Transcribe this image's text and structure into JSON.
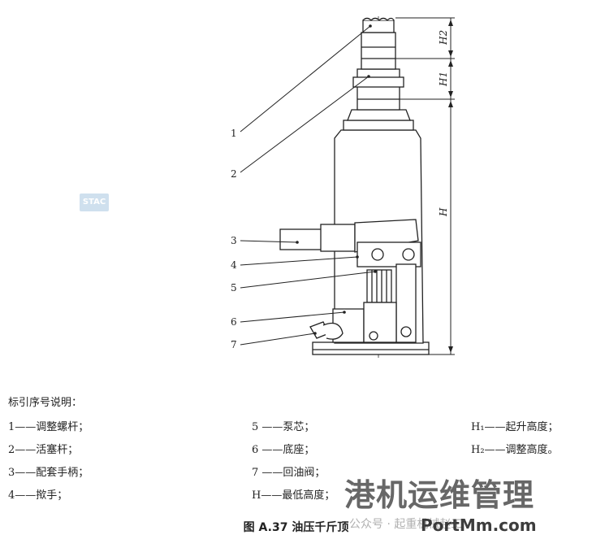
{
  "callouts": [
    "1",
    "2",
    "3",
    "4",
    "5",
    "6",
    "7"
  ],
  "dimensions": {
    "h2": "H2",
    "h1": "H1",
    "h": "H"
  },
  "legend": {
    "title": "标引序号说明：",
    "col1": [
      "1——调整螺杆；",
      "2——活塞杆；",
      "3——配套手柄；",
      "4——揿手；"
    ],
    "col2": [
      "5 ——泵芯；",
      "6 ——底座；",
      "7 ——回油阀；",
      "H——最低高度；"
    ],
    "col3": [
      "H₁——起升高度；",
      "H₂——调整高度。"
    ]
  },
  "caption": "图 A.37   油压千斤顶",
  "watermark": {
    "title": "港机运维管理",
    "subtitle": "公众号 · 起重机械赵工",
    "url": "PortMm.com",
    "logo": "STAC"
  }
}
